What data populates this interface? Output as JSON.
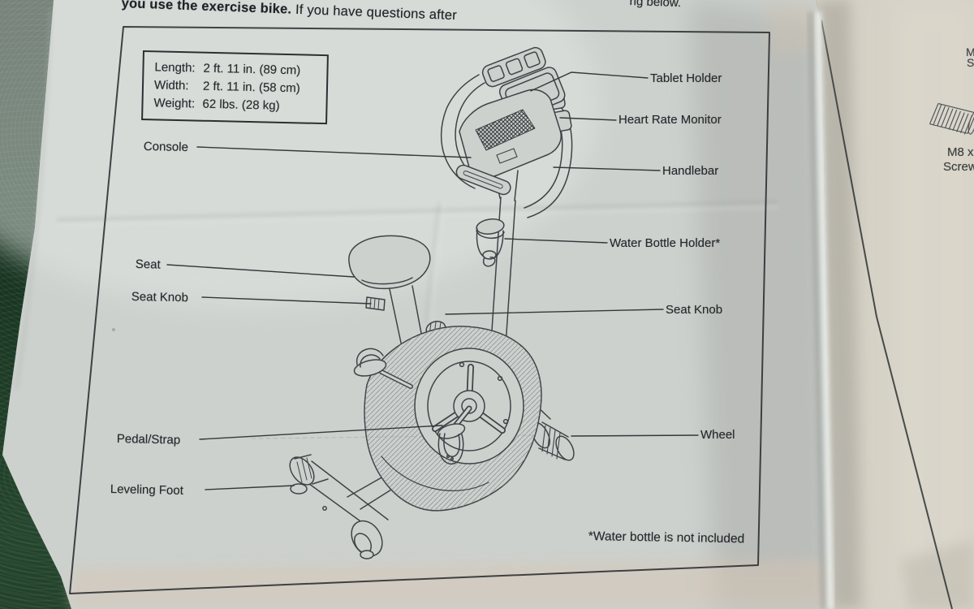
{
  "header": {
    "sentence_bold": "you use the exercise bike.",
    "sentence_rest": " If you have questions after",
    "right_fragment": "ng below."
  },
  "spec_box": {
    "length_label": "Length:",
    "length_value": "2 ft. 11 in. (89 cm)",
    "width_label": "Width:",
    "width_value": "2 ft. 11 in. (58 cm)",
    "weight_label": "Weight:",
    "weight_value": "62 lbs. (28 kg)"
  },
  "callouts": {
    "console": "Console",
    "seat": "Seat",
    "seat_knob_left": "Seat Knob",
    "pedal_strap": "Pedal/Strap",
    "leveling_foot": "Leveling Foot",
    "tablet_holder": "Tablet Holder",
    "heart_rate_monitor": "Heart Rate Monitor",
    "handlebar": "Handlebar",
    "water_bottle_holder": "Water Bottle Holder*",
    "seat_knob_right": "Seat Knob",
    "wheel": "Wheel"
  },
  "footnote": "*Water bottle is not included",
  "right_page": {
    "fragment_line1": "M",
    "fragment_line2": "S",
    "screw_caption_line1": "M8 x",
    "screw_caption_line2": "Screw"
  },
  "colors": {
    "paper_left": "#ccd1ce",
    "paper_right": "#d5d1c6",
    "background_green": "#16301f",
    "ink": "#26292c",
    "drawing_line": "#3e4346"
  }
}
